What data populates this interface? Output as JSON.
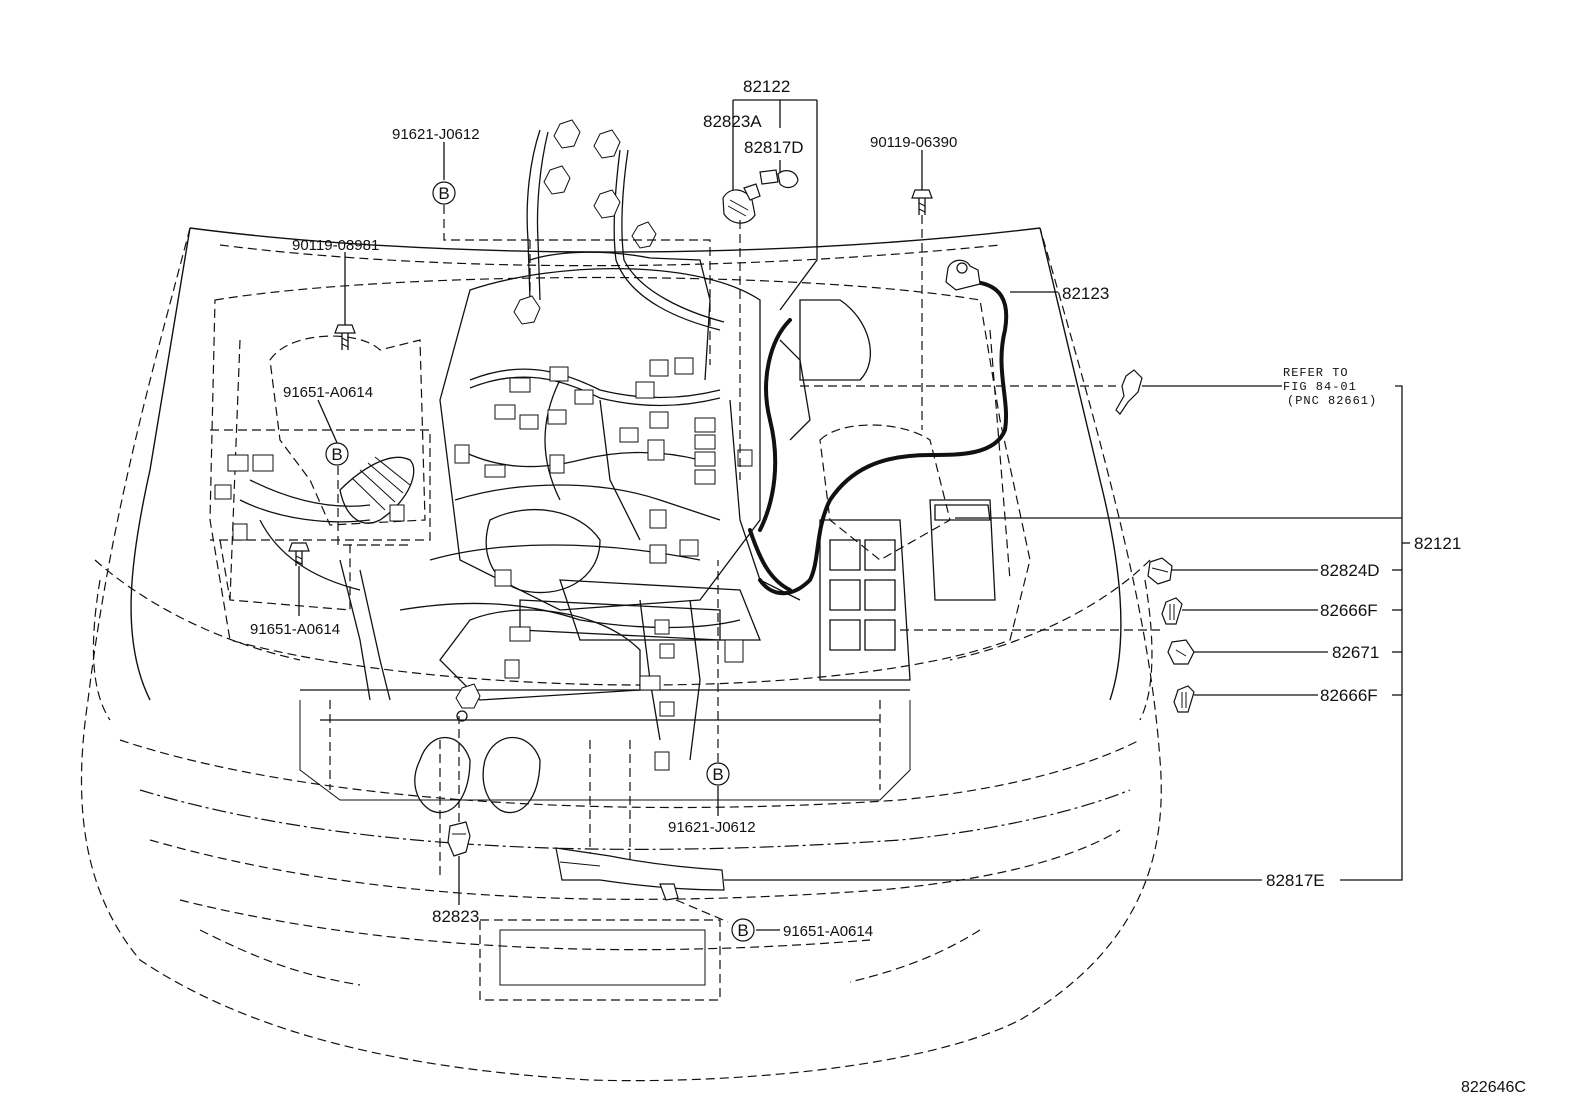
{
  "callouts": {
    "c_82122": "82122",
    "c_82823A": "82823A",
    "c_82817D": "82817D",
    "c_91621_J0612_top": "91621-J0612",
    "c_90119_06390": "90119-06390",
    "c_82123": "82123",
    "c_90119_08981": "90119-08981",
    "c_91651_A0614_left": "91651-A0614",
    "c_91651_A0614_lower": "91651-A0614",
    "c_82121": "82121",
    "c_82824D": "82824D",
    "c_82666F_a": "82666F",
    "c_82671": "82671",
    "c_82666F_b": "82666F",
    "c_91621_J0612_bottom": "91621-J0612",
    "c_82817E": "82817E",
    "c_82823": "82823",
    "c_91651_A0614_bottom": "91651-A0614",
    "refer_line1": "REFER TO",
    "refer_line2": "FIG 84-01",
    "refer_line3": "(PNC 82661)",
    "bolt_mark": "B",
    "figure_code": "822646C"
  }
}
